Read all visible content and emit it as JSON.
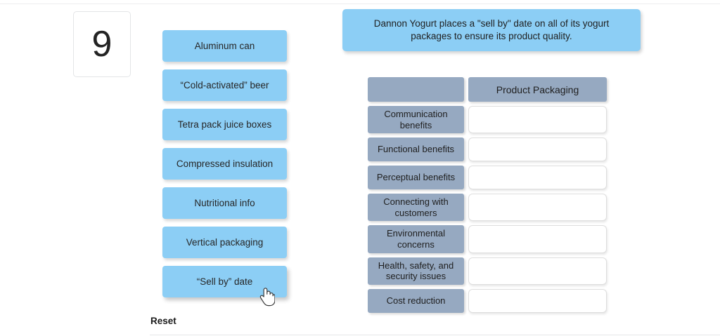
{
  "counter": {
    "value": "9",
    "name": "question-number"
  },
  "prompt": {
    "text": "Dannon Yogurt places a \"sell by\" date on all of its yogurt packages to ensure its product quality.",
    "color": "#8CCEF5"
  },
  "tiles": {
    "color": "#8CCEF5",
    "items": [
      {
        "label": "Aluminum can",
        "hovered": false
      },
      {
        "label": "“Cold-activated” beer",
        "hovered": false
      },
      {
        "label": "Tetra pack juice boxes",
        "hovered": false
      },
      {
        "label": "Compressed insulation",
        "hovered": false
      },
      {
        "label": "Nutritional info",
        "hovered": false
      },
      {
        "label": "Vertical packaging",
        "hovered": false
      },
      {
        "label": "“Sell by” date",
        "hovered": true
      }
    ]
  },
  "reset": {
    "label": "Reset"
  },
  "table": {
    "label_color": "#96A9C1",
    "header": {
      "blank": "",
      "column": "Product Packaging"
    },
    "rows": [
      {
        "label": "Communication benefits",
        "value": ""
      },
      {
        "label": "Functional benefits",
        "value": ""
      },
      {
        "label": "Perceptual benefits",
        "value": ""
      },
      {
        "label": "Connecting with customers",
        "value": ""
      },
      {
        "label": "Environmental concerns",
        "value": ""
      },
      {
        "label": "Health, safety, and security issues",
        "value": ""
      },
      {
        "label": "Cost reduction",
        "value": ""
      }
    ]
  },
  "cursor": {
    "icon": "pointing-hand-cursor"
  }
}
